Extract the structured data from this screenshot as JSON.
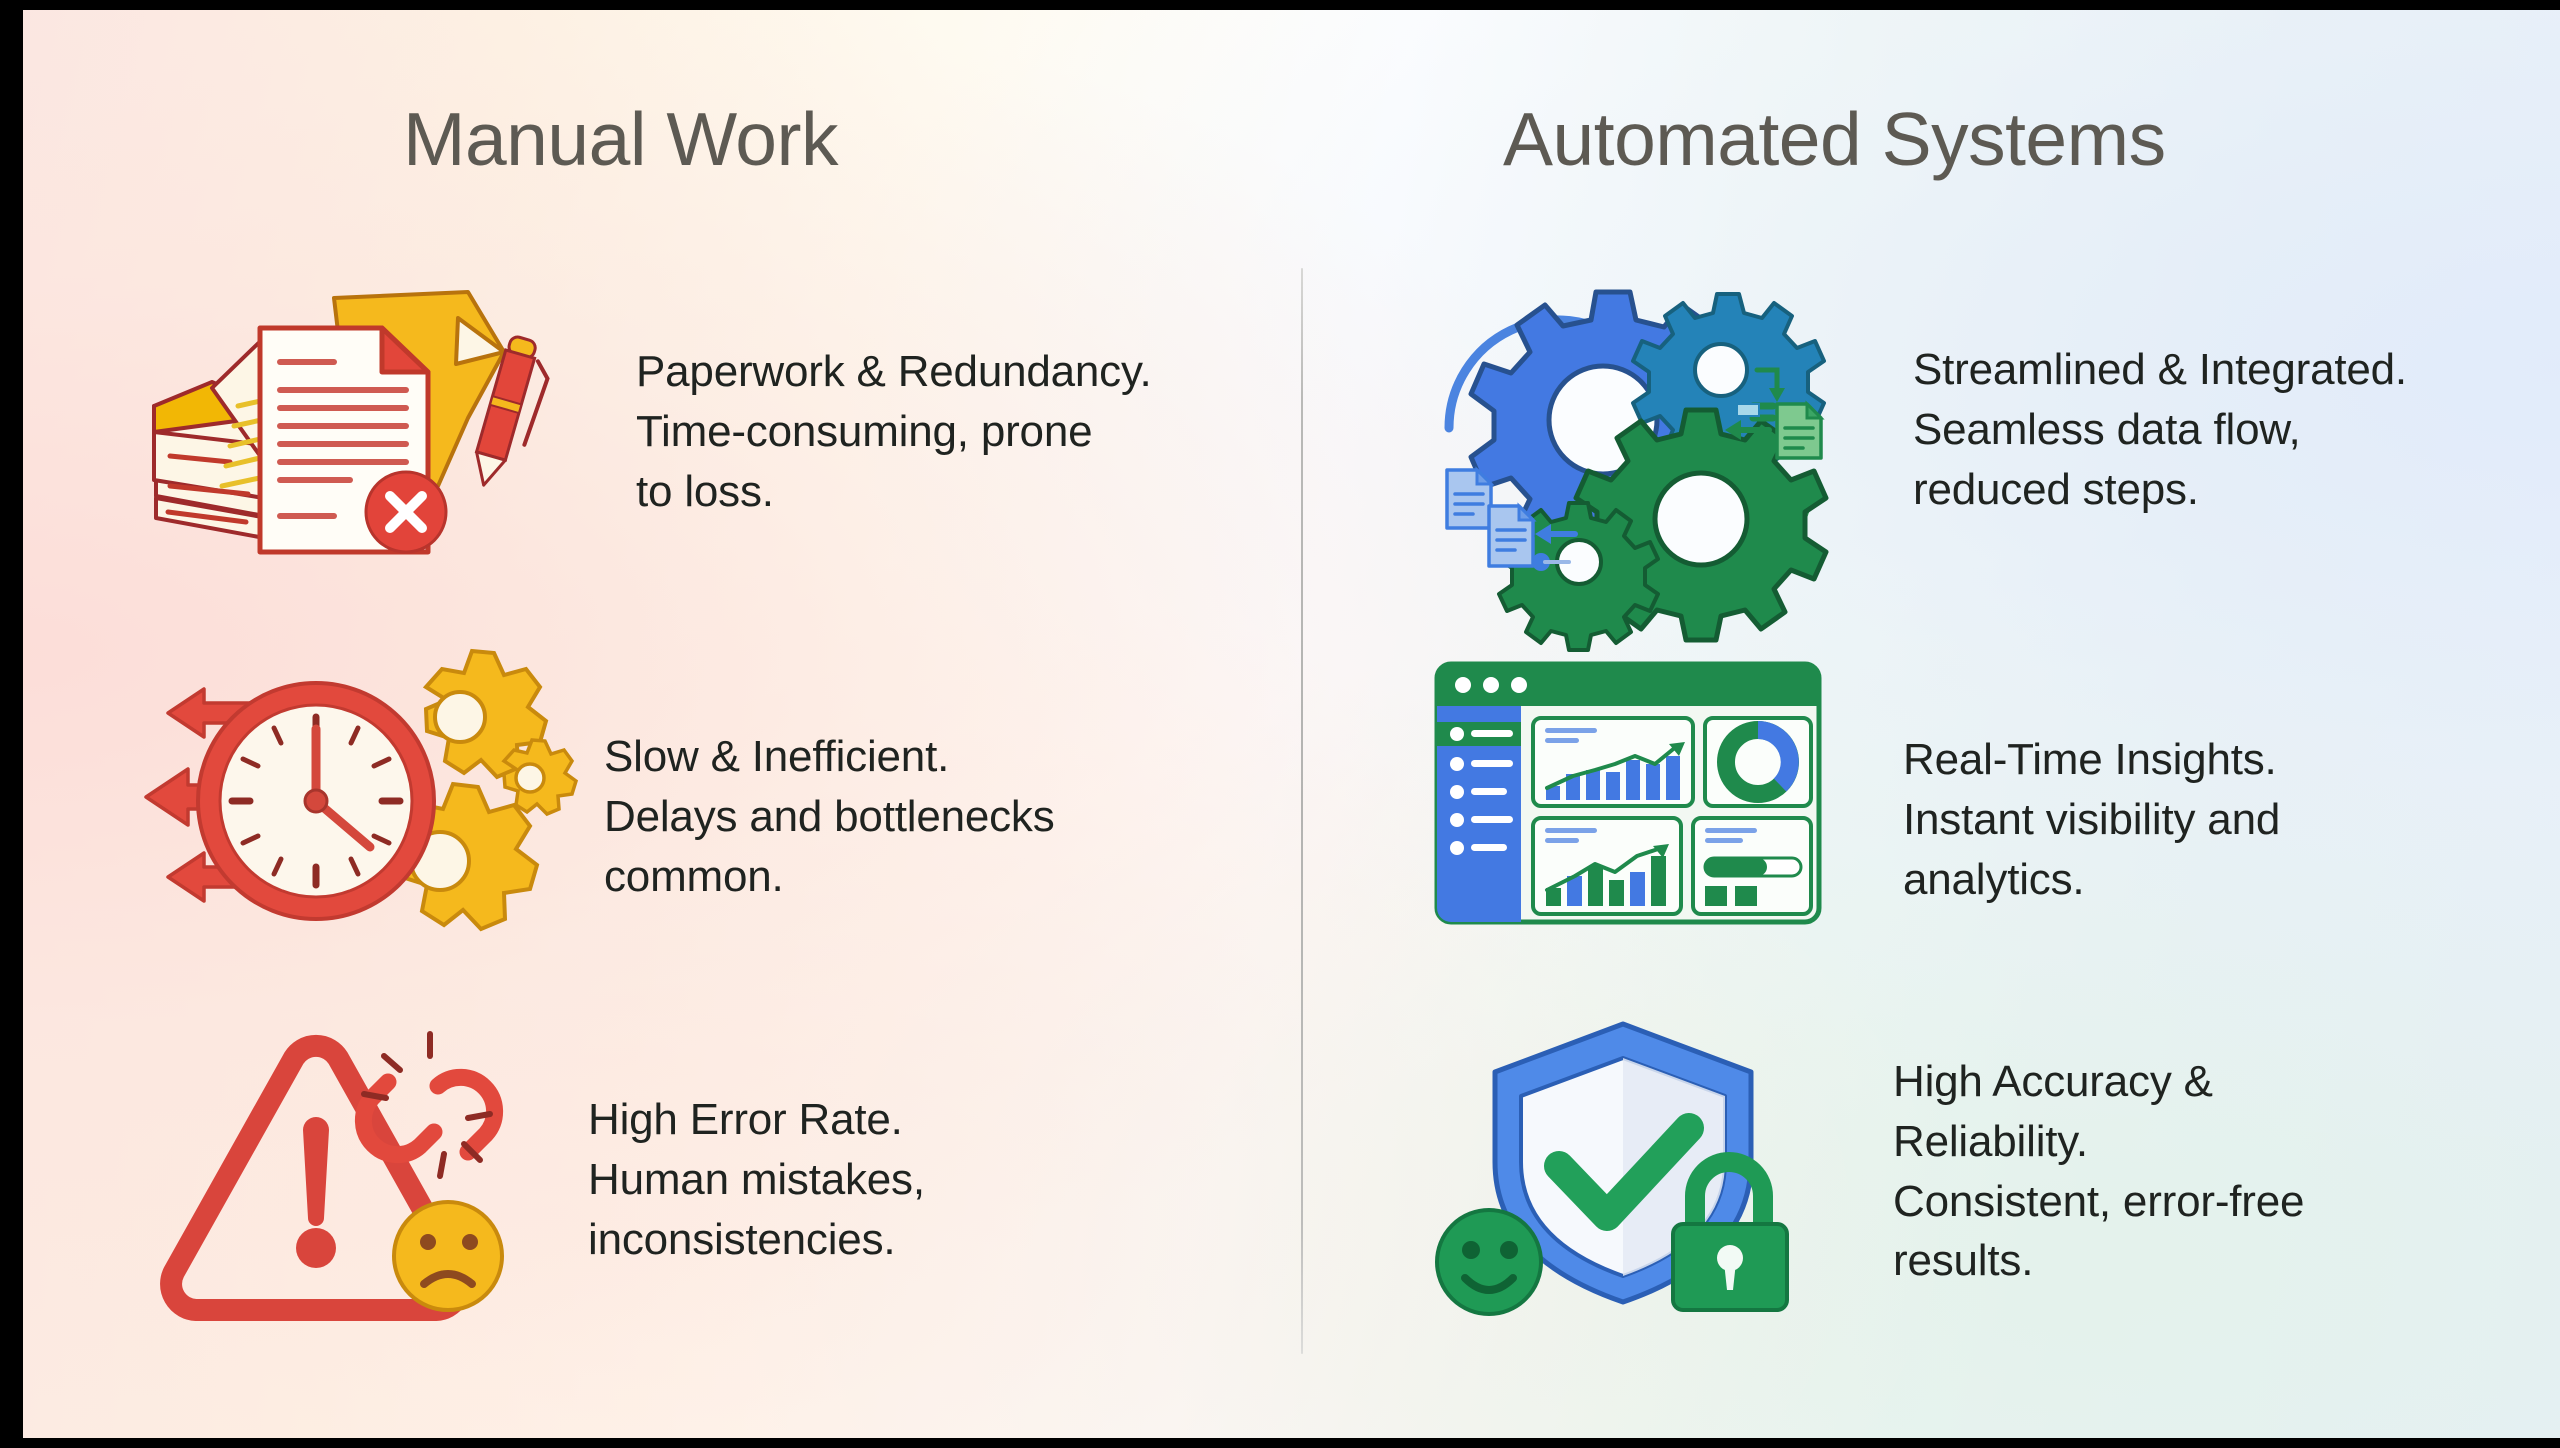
{
  "slide": {
    "columns": [
      {
        "id": "manual",
        "heading": "Manual Work",
        "items": [
          {
            "icon": "paperwork-stack-icon",
            "text": "Paperwork & Redundancy.\nTime-consuming, prone\nto loss."
          },
          {
            "icon": "slow-clock-gears-icon",
            "text": "Slow & Inefficient.\nDelays and bottlenecks\ncommon."
          },
          {
            "icon": "warning-triangle-icon",
            "text": "High Error Rate.\nHuman mistakes,\ninconsistencies."
          }
        ]
      },
      {
        "id": "automated",
        "heading": "Automated Systems",
        "items": [
          {
            "icon": "gears-workflow-icon",
            "text": "Streamlined & Integrated.\nSeamless data flow,\nreduced steps."
          },
          {
            "icon": "analytics-dashboard-icon",
            "text": "Real-Time Insights.\nInstant visibility and\nanalytics."
          },
          {
            "icon": "shield-check-lock-icon",
            "text": "High Accuracy &\nReliability.\nConsistent, error-free\nresults."
          }
        ]
      }
    ],
    "colors": {
      "heading_text": "#5d5a53",
      "body_text": "#1f2320",
      "divider": "#b3b3b1",
      "manual_accent_red": "#d9453c",
      "manual_accent_yellow": "#f5b91d",
      "manual_paper_cream": "#fdf6e6",
      "manual_outline_maroon": "#9e2a2b",
      "auto_accent_blue": "#3f7de0",
      "auto_accent_green": "#1f8a4c",
      "auto_accent_teal": "#2483b8",
      "background_left": "#fbe7e2",
      "background_right": "#e7eef9",
      "letterbox": "#000000"
    }
  }
}
